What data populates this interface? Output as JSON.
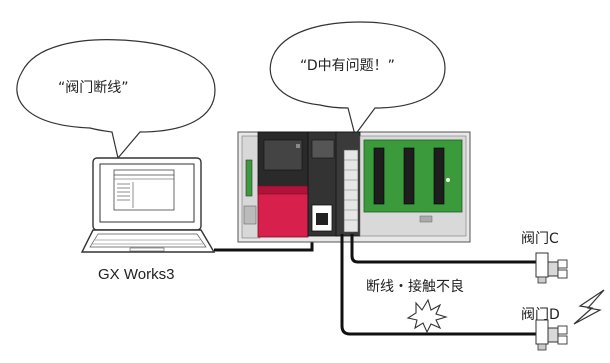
{
  "diagram": {
    "bubble_left_text": "“阀门断线”",
    "bubble_right_text": "“D中有问题！”",
    "computer_label": "GX Works3",
    "valve_c_label": "阀门C",
    "valve_d_label": "阀门D",
    "fault_label": "断线・接触不良"
  },
  "colors": {
    "plc_red_module": "#d8204c",
    "plc_green_base": "#3a9a3c",
    "line": "#111111"
  },
  "icons": [
    "speech-bubble",
    "laptop",
    "plc-rack",
    "valve",
    "lightning-bolt",
    "spark-burst"
  ]
}
